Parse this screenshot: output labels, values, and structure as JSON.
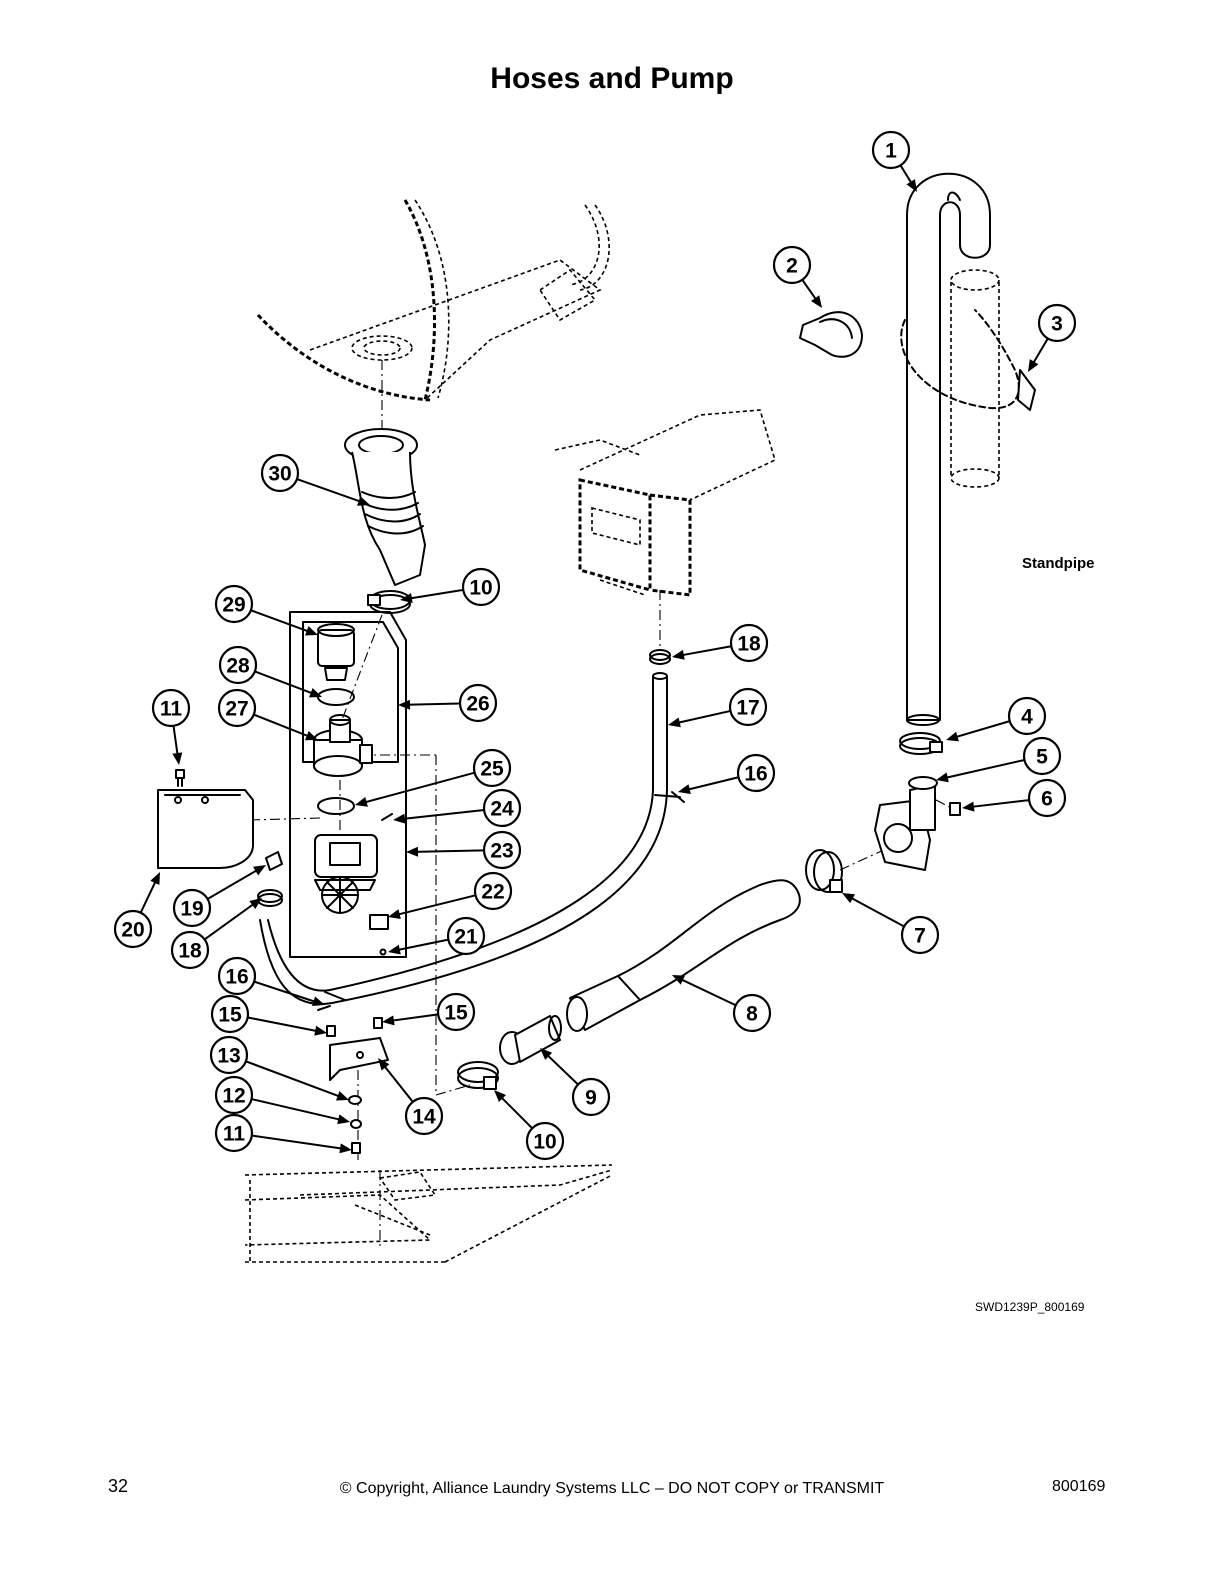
{
  "page": {
    "title": "Hoses and Pump",
    "page_number": "32",
    "copyright": "© Copyright, Alliance Laundry Systems LLC – DO NOT COPY or TRANSMIT",
    "document_number": "800169"
  },
  "diagram": {
    "illustration_code": "SWD1239P_800169",
    "standpipe_label": "Standpipe",
    "callouts": [
      "1",
      "2",
      "3",
      "4",
      "5",
      "6",
      "7",
      "8",
      "9",
      "10",
      "10",
      "11",
      "11",
      "12",
      "13",
      "14",
      "15",
      "15",
      "16",
      "16",
      "17",
      "18",
      "18",
      "19",
      "20",
      "21",
      "22",
      "23",
      "24",
      "25",
      "26",
      "27",
      "28",
      "29",
      "30"
    ]
  }
}
